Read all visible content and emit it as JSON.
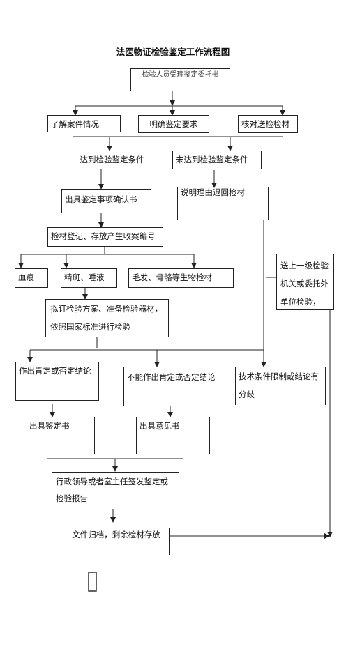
{
  "title": "法医物证检验鉴定工作流程图",
  "nodes": {
    "accept": "检验人员受理鉴定委托书",
    "case_info": "了解案件情况",
    "requirements": "明确鉴定要求",
    "check_material": "核对送检检材",
    "meets": "达到检验鉴定条件",
    "not_meets": "未达到检验鉴定条件",
    "confirm": "出具鉴定事项确认书",
    "return": "说明理由退回检材",
    "register": "检材登记、存放产生收案编号",
    "blood": "血痕",
    "semen": "精斑、唾液",
    "hair": "毛发、骨骼等生物检材",
    "plan_line1": "拟订检验方案、准备检验器材，",
    "plan_line2": "依照国家标准进行检验",
    "send_line1": "送上一级检验",
    "send_line2": "机关或委托外",
    "send_line3": "单位检验，",
    "conclusion": "作出肯定或否定结论",
    "no_conclusion": "不能作出肯定或否定结论",
    "tech_line1": "技术条件限制或结论有",
    "tech_line2": "分歧",
    "report": "出具鉴定书",
    "opinion": "出具意见书",
    "sign_line1": "行政领导或者室主任签发鉴定或",
    "sign_line2": "检验报告",
    "archive": "文件归档，剩余检材存放"
  }
}
